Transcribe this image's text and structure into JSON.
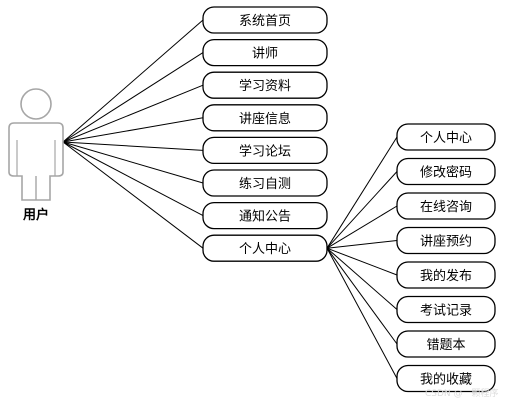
{
  "actor": {
    "label": "用户"
  },
  "main_nodes": [
    "系统首页",
    "讲师",
    "学习资料",
    "讲座信息",
    "学习论坛",
    "练习自测",
    "通知公告",
    "个人中心"
  ],
  "sub_nodes": [
    "个人中心",
    "修改密码",
    "在线咨询",
    "讲座预约",
    "我的发布",
    "考试记录",
    "错题本",
    "我的收藏"
  ],
  "colors": {
    "line": "#000000",
    "box_fill": "#ffffff",
    "actor_fill": "#ffffff",
    "actor_stroke": "#a6a6a6"
  },
  "watermark": "CSDN @一颗程序"
}
